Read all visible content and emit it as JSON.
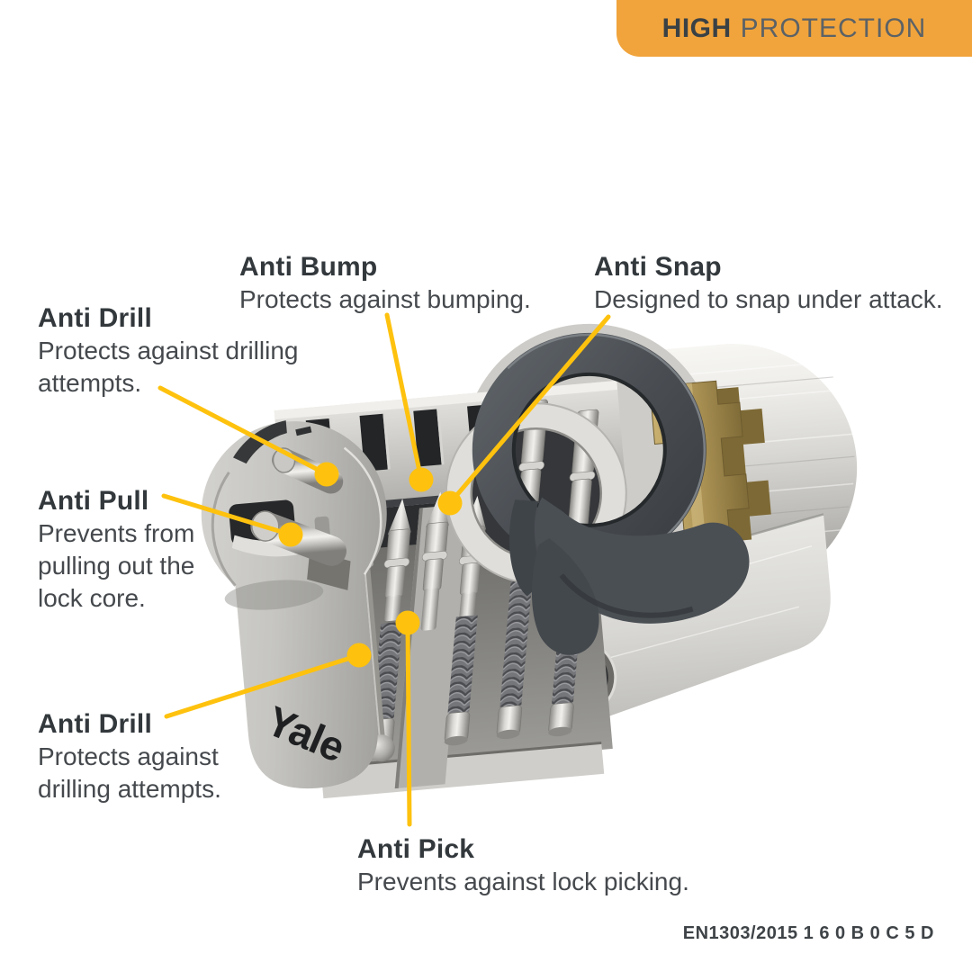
{
  "badge": {
    "highlight": "HIGH",
    "rest": "PROTECTION"
  },
  "callouts": {
    "anti_drill_top": {
      "title": "Anti Drill",
      "description": "Protects against drilling\nattempts."
    },
    "anti_bump": {
      "title": "Anti Bump",
      "description": "Protects against bumping."
    },
    "anti_snap": {
      "title": "Anti Snap",
      "description": "Designed to snap under attack."
    },
    "anti_pull": {
      "title": "Anti Pull",
      "description": "Prevents from\npulling out the\nlock core."
    },
    "anti_drill_bottom": {
      "title": "Anti Drill",
      "description": "Protects against\ndrilling attempts."
    },
    "anti_pick": {
      "title": "Anti Pick",
      "description": "Prevents against lock picking."
    }
  },
  "product": {
    "brand": "Yale"
  },
  "footer": {
    "certification": "EN1303/2015 1 6 0 B 0 C 5 D"
  },
  "colors": {
    "accent_yellow": "#FEC20E",
    "badge_orange": "#F1A43C",
    "nickel": "#D8D7D3",
    "gunmetal": "#4A4E53",
    "brass": "#AB9254"
  }
}
